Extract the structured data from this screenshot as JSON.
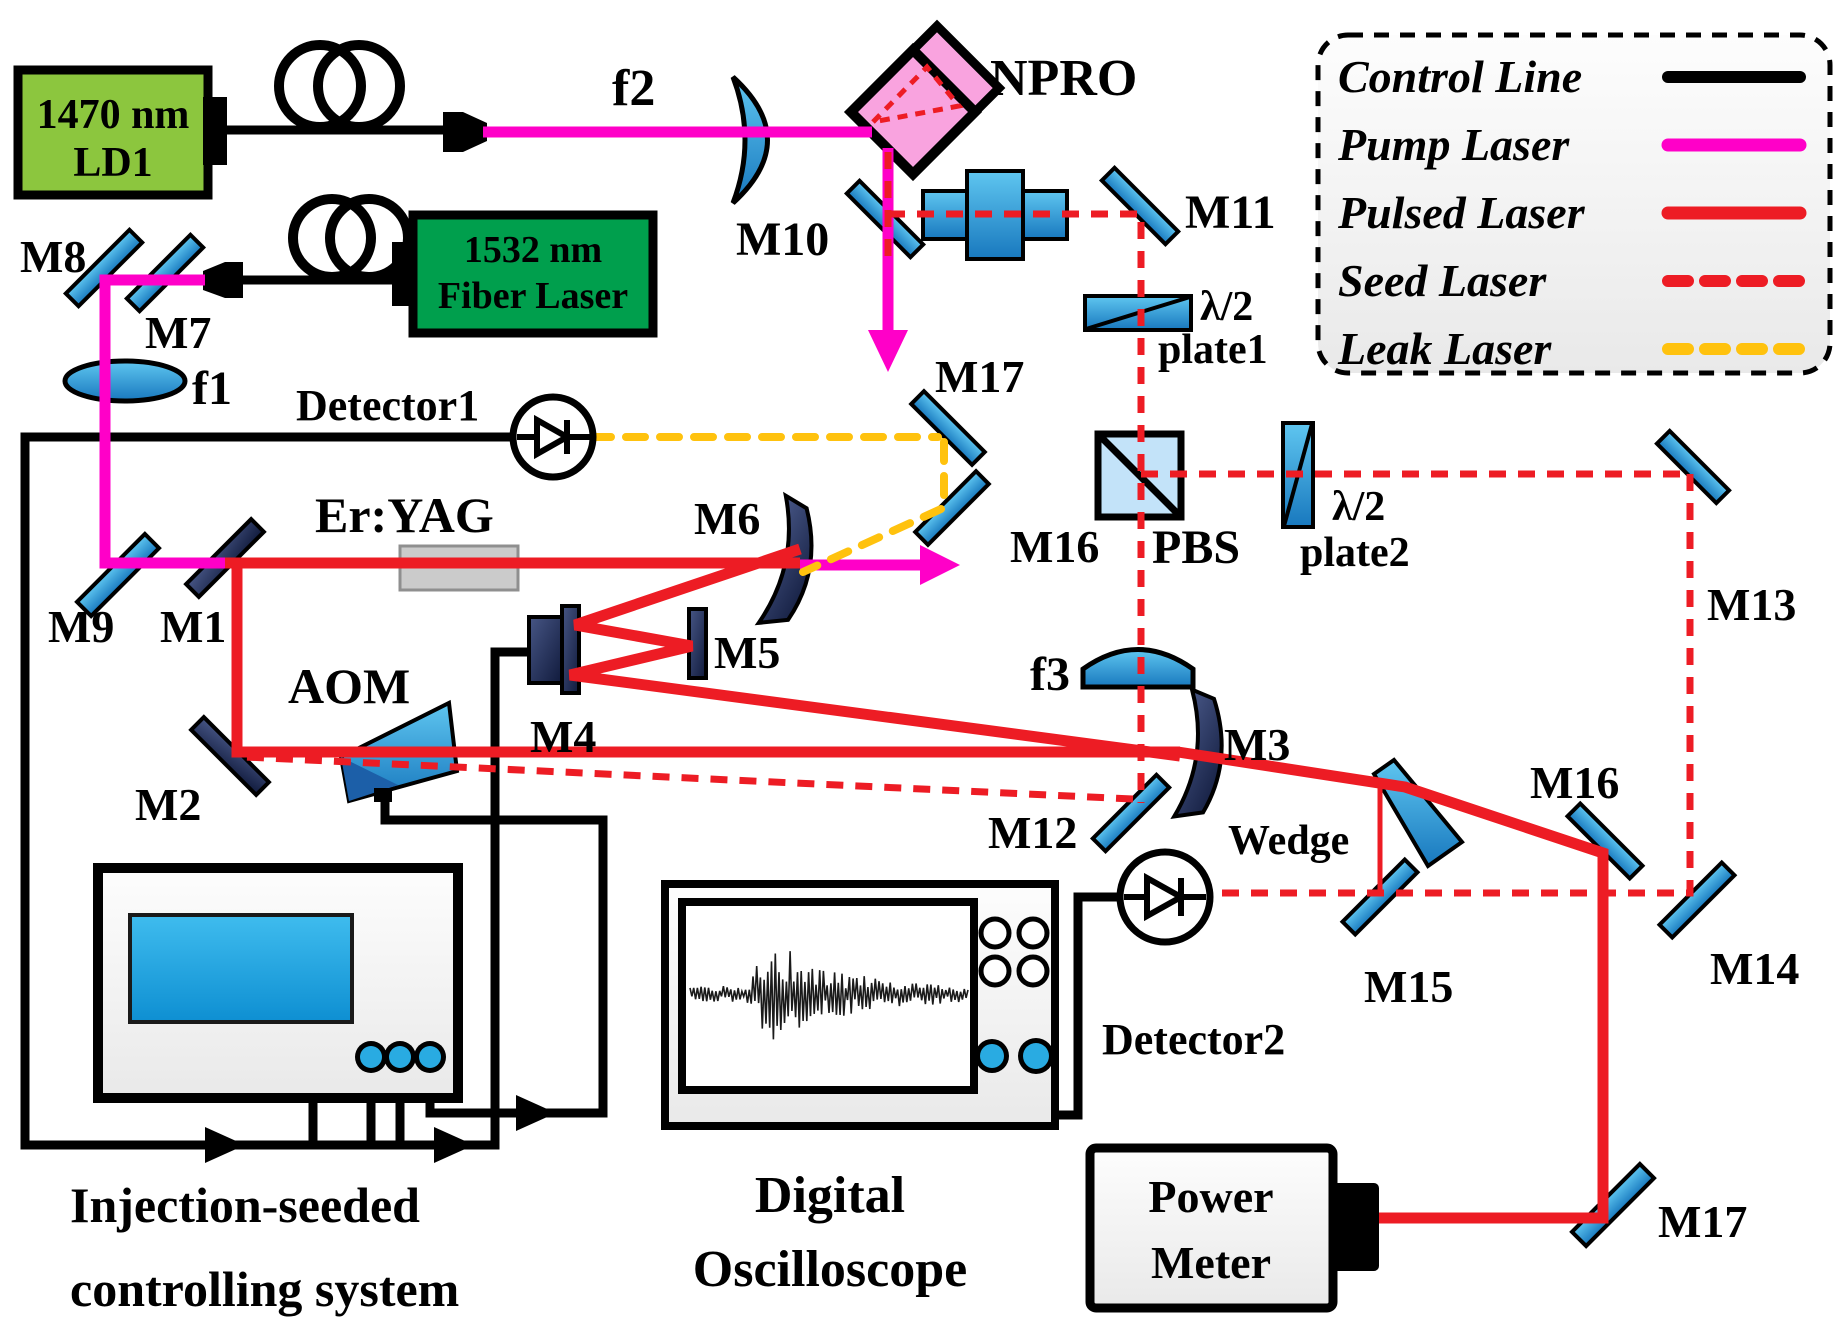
{
  "legend": {
    "items": [
      {
        "label": "Control Line",
        "color": "#000000",
        "dashed": false
      },
      {
        "label": "Pump Laser",
        "color": "#FF00C8",
        "dashed": false
      },
      {
        "label": "Pulsed Laser",
        "color": "#ED1C24",
        "dashed": false
      },
      {
        "label": "Seed Laser",
        "color": "#ED1C24",
        "dashed": true
      },
      {
        "label": "Leak Laser",
        "color": "#FFC20E",
        "dashed": true
      }
    ]
  },
  "labels": {
    "ld1_l1": "1470 nm",
    "ld1_l2": "LD1",
    "fiber_l1": "1532 nm",
    "fiber_l2": "Fiber Laser",
    "f1": "f1",
    "f2": "f2",
    "f3": "f3",
    "m1": "M1",
    "m2": "M2",
    "m3": "M3",
    "m4": "M4",
    "m5": "M5",
    "m6": "M6",
    "m7": "M7",
    "m8": "M8",
    "m9": "M9",
    "m10": "M10",
    "m11": "M11",
    "m12": "M12",
    "m13": "M13",
    "m14": "M14",
    "m15": "M15",
    "m16_top": "M16",
    "m17_top": "M17",
    "m16_bottom": "M16",
    "m17_bottom": "M17",
    "npro": "NPRO",
    "pbs": "PBS",
    "aom": "AOM",
    "er_yag": "Er:YAG",
    "wedge": "Wedge",
    "hw1_l1": "λ/2",
    "hw1_l2": "plate1",
    "hw2_l1": "λ/2",
    "hw2_l2": "plate2",
    "detector1": "Detector1",
    "detector2": "Detector2",
    "controller_l1": "Injection-seeded",
    "controller_l2": "controlling system",
    "scope_l1": "Digital",
    "scope_l2": "Oscilloscope",
    "pm_l1": "Power",
    "pm_l2": "Meter"
  },
  "colors": {
    "pump": "#FF00C8",
    "pulsed": "#ED1C24",
    "seed": "#ED1C24",
    "leak": "#FFC20E",
    "control": "#000000",
    "ld1_green": "#8CC63E",
    "fiber_green": "#009F4D",
    "npro_pink": "#F9A3DF",
    "pbs_blue": "#C3E3F9",
    "screen_blue": "#29ABE2"
  }
}
